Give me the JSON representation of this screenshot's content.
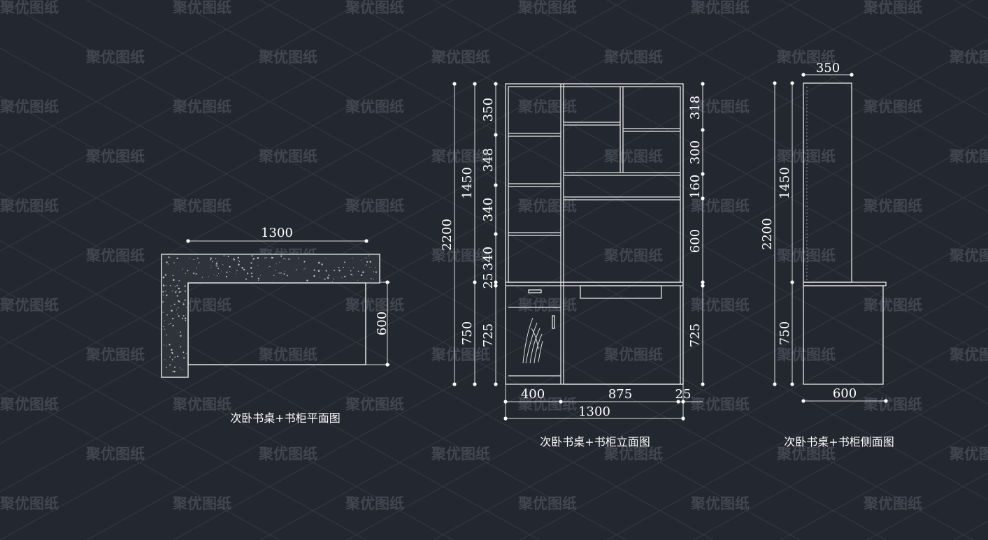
{
  "watermark": "聚优图纸",
  "plan": {
    "title": "次卧书桌+书柜平面图",
    "dim_width": "1300",
    "dim_depth": "600"
  },
  "elevation": {
    "title": "次卧书桌+书柜立面图",
    "dim_total_height": "2200",
    "dim_cabinet_height": "1450",
    "dim_desk_height": "750",
    "left_dims": [
      "350",
      "348",
      "340",
      "340",
      "25",
      "725"
    ],
    "right_dims": [
      "318",
      "300",
      "160",
      "600",
      "725"
    ],
    "bottom_dims": [
      "400",
      "875",
      "25"
    ],
    "dim_total_width": "1300"
  },
  "side": {
    "title": "次卧书桌+书柜侧面图",
    "dim_top_depth": "350",
    "dim_total_height": "2200",
    "dim_cabinet_height": "1450",
    "dim_desk_height": "750",
    "dim_bottom_depth": "600"
  },
  "colors": {
    "background": "#232730",
    "line": "#e8e8e8",
    "text": "#ffffff",
    "watermark": "#474c56"
  }
}
